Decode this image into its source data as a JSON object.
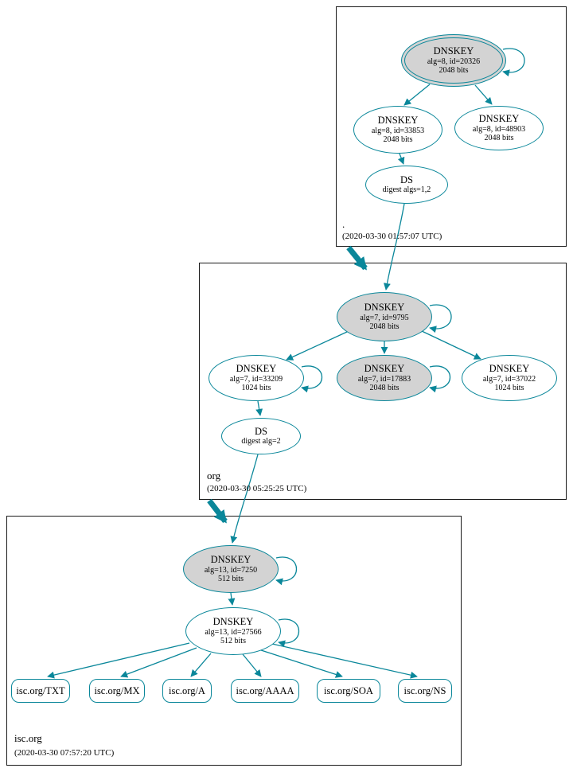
{
  "colors": {
    "accent": "#0a879a",
    "ksk_fill": "#d3d3d3",
    "node_fill": "#ffffff",
    "box_border": "#1a1a1a"
  },
  "zones": [
    {
      "name": ".",
      "timestamp": "(2020-03-30 01:57:07 UTC)",
      "nodes": {
        "ksk20326": {
          "title": "DNSKEY",
          "meta": "alg=8, id=20326",
          "bits": "2048 bits"
        },
        "zsk33853": {
          "title": "DNSKEY",
          "meta": "alg=8, id=33853",
          "bits": "2048 bits"
        },
        "zsk48903": {
          "title": "DNSKEY",
          "meta": "alg=8, id=48903",
          "bits": "2048 bits"
        },
        "ds": {
          "title": "DS",
          "meta": "digest algs=1,2"
        }
      }
    },
    {
      "name": "org",
      "timestamp": "(2020-03-30 05:25:25 UTC)",
      "nodes": {
        "ksk9795": {
          "title": "DNSKEY",
          "meta": "alg=7, id=9795",
          "bits": "2048 bits"
        },
        "zsk33209": {
          "title": "DNSKEY",
          "meta": "alg=7, id=33209",
          "bits": "1024 bits"
        },
        "ksk17883": {
          "title": "DNSKEY",
          "meta": "alg=7, id=17883",
          "bits": "2048 bits"
        },
        "zsk37022": {
          "title": "DNSKEY",
          "meta": "alg=7, id=37022",
          "bits": "1024 bits"
        },
        "ds": {
          "title": "DS",
          "meta": "digest alg=2"
        }
      }
    },
    {
      "name": "isc.org",
      "timestamp": "(2020-03-30 07:57:20 UTC)",
      "nodes": {
        "ksk7250": {
          "title": "DNSKEY",
          "meta": "alg=13, id=7250",
          "bits": "512 bits"
        },
        "zsk27566": {
          "title": "DNSKEY",
          "meta": "alg=13, id=27566",
          "bits": "512 bits"
        },
        "rrsets": [
          {
            "label": "isc.org/TXT"
          },
          {
            "label": "isc.org/MX"
          },
          {
            "label": "isc.org/A"
          },
          {
            "label": "isc.org/AAAA"
          },
          {
            "label": "isc.org/SOA"
          },
          {
            "label": "isc.org/NS"
          }
        ]
      }
    }
  ]
}
